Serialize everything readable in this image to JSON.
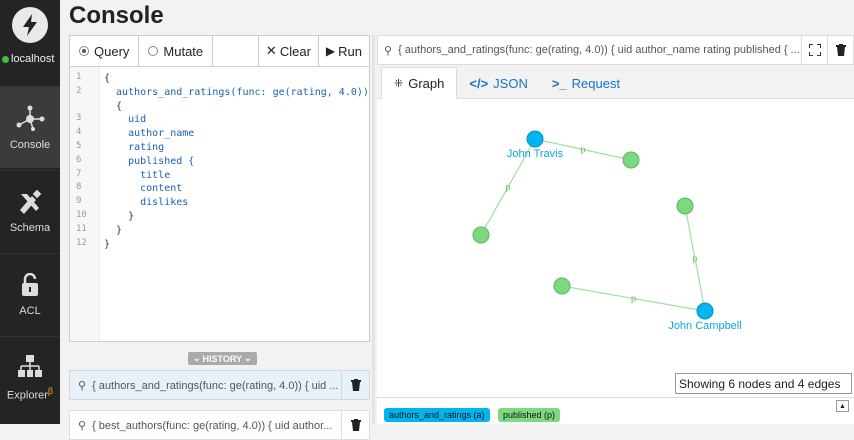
{
  "sidebar": {
    "connection": "localhost",
    "items": [
      {
        "label": "Console",
        "icon": "console-icon"
      },
      {
        "label": "Schema",
        "icon": "schema-icon"
      },
      {
        "label": "ACL",
        "icon": "lock-icon"
      },
      {
        "label": "Explorer",
        "beta": "β",
        "icon": "explorer-icon"
      }
    ]
  },
  "header": {
    "title": "Console"
  },
  "toolbar": {
    "query_label": "Query",
    "mutate_label": "Mutate",
    "clear_label": "Clear",
    "run_label": "Run"
  },
  "editor": {
    "lines": [
      {
        "n": "1",
        "text": "{"
      },
      {
        "n": "2",
        "text": "  authors_and_ratings(func: ge(rating, 4.0))"
      },
      {
        "n": "",
        "text": "  {"
      },
      {
        "n": "3",
        "text": "    uid"
      },
      {
        "n": "4",
        "text": "    author_name"
      },
      {
        "n": "5",
        "text": "    rating"
      },
      {
        "n": "6",
        "text": "    published {"
      },
      {
        "n": "7",
        "text": "      title"
      },
      {
        "n": "8",
        "text": "      content"
      },
      {
        "n": "9",
        "text": "      dislikes"
      },
      {
        "n": "10",
        "text": "    }"
      },
      {
        "n": "11",
        "text": "  }"
      },
      {
        "n": "12",
        "text": "}"
      }
    ]
  },
  "history": {
    "label": "HISTORY",
    "items": [
      "{ authors_and_ratings(func: ge(rating, 4.0)) { uid ...",
      "{ best_authors(func: ge(rating, 4.0)) { uid author..."
    ]
  },
  "result": {
    "query_preview": "{ authors_and_ratings(func: ge(rating, 4.0)) { uid author_name rating published { ......",
    "tabs": [
      "Graph",
      "JSON",
      "Request"
    ],
    "graph": {
      "nodes": [
        {
          "id": "a1",
          "label": "John Travis",
          "type": "authors"
        },
        {
          "id": "a2",
          "label": "John Campbell",
          "type": "authors"
        },
        {
          "id": "p1",
          "label": "",
          "type": "published"
        },
        {
          "id": "p2",
          "label": "",
          "type": "published"
        },
        {
          "id": "p3",
          "label": "",
          "type": "published"
        },
        {
          "id": "p4",
          "label": "",
          "type": "published"
        }
      ],
      "edges": [
        {
          "from": "a1",
          "to": "p1",
          "label": "p"
        },
        {
          "from": "a1",
          "to": "p2",
          "label": "p"
        },
        {
          "from": "a2",
          "to": "p3",
          "label": "p"
        },
        {
          "from": "a2",
          "to": "p4",
          "label": "p"
        }
      ],
      "colors": {
        "authors": "#00b4f0",
        "published": "#7dd97f",
        "edge": "#9fe0a0"
      }
    },
    "stats": "Showing 6 nodes and 4 edges",
    "legend": [
      {
        "label": "authors_and_ratings (a)",
        "color": "#00b4f0"
      },
      {
        "label": "published (p)",
        "color": "#7dd97f"
      }
    ]
  }
}
